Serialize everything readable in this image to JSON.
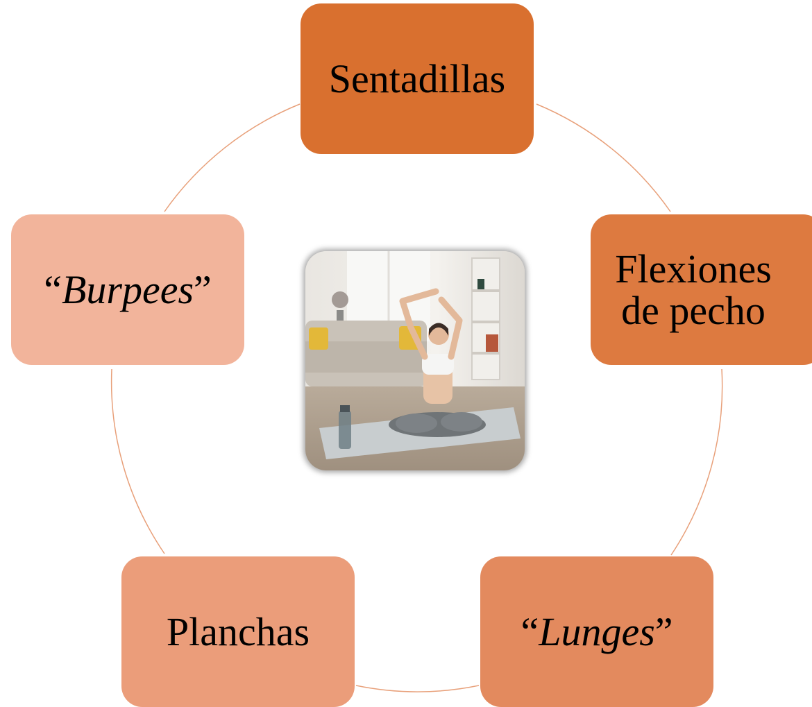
{
  "diagram": {
    "center_photo": {
      "description_icon": "woman-stretching-photo"
    },
    "nodes": [
      {
        "id": "top",
        "text": "Sentadillas",
        "color": "#D9702F"
      },
      {
        "id": "right",
        "text": "Flexiones de pecho",
        "color": "#DD7A40"
      },
      {
        "id": "bottom_right",
        "quote_open": "“",
        "text": "Lunges",
        "quote_close": "”",
        "color": "#E38A5E"
      },
      {
        "id": "bottom_left",
        "text": "Planchas",
        "color": "#EB9D7A"
      },
      {
        "id": "left",
        "quote_open": "“",
        "text": "Burpees",
        "quote_close": "”",
        "color": "#F2B49B"
      }
    ],
    "ring_color": "#E8A07A"
  }
}
